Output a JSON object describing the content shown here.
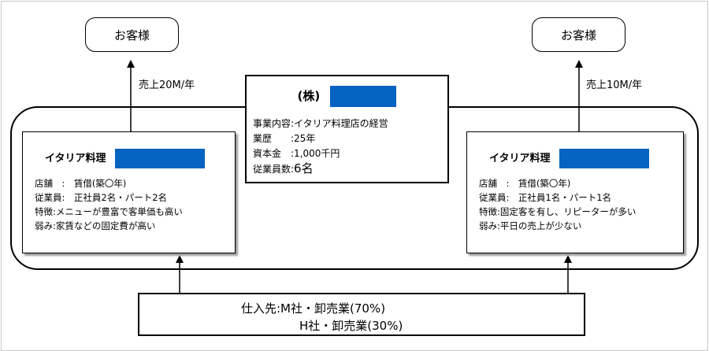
{
  "customers": {
    "left": "お客様",
    "right": "お客様"
  },
  "sales_flows": {
    "left": "売上20M/年",
    "right": "売上10M/年"
  },
  "company": {
    "title": "(株)",
    "business": "事業内容:イタリア料理店の経営",
    "years": "業歴　　:25年",
    "capital": "資本金　:1,000千円",
    "employees_label": "従業員数:",
    "employees_value": "6名"
  },
  "shops": [
    {
      "title": "イタリア料理",
      "store": "店舗　:　賃借(築〇年)",
      "staff": "従業員:　正社員2名・パート2名",
      "feature": "特徴:メニューが豊富で客単価も高い",
      "weakness": "弱み:家賃などの固定費が高い"
    },
    {
      "title": "イタリア料理",
      "store": "店舗　:　賃借(築〇年)",
      "staff": "従業員:　正社員1名・パート1名",
      "feature": "特徴:固定客を有し、リピーターが多い",
      "weakness": "弱み:平日の売上が少ない"
    }
  ],
  "supplier": {
    "line1": "仕入先:M社・卸売業(70%)",
    "line2": "H社・卸売業(30%)"
  }
}
